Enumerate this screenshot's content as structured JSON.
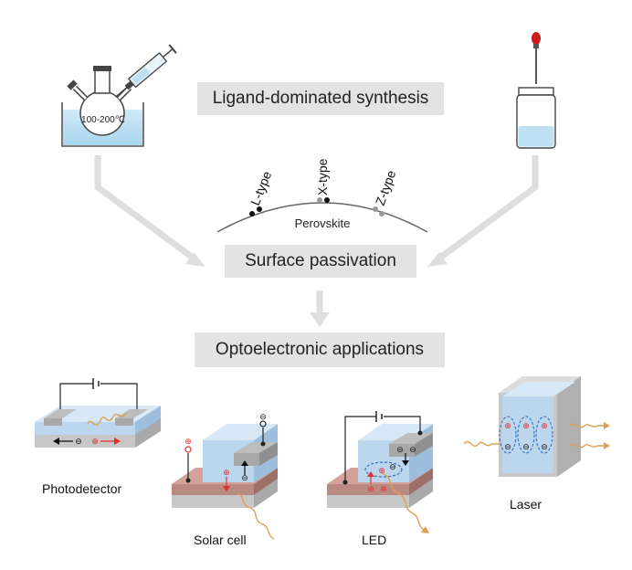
{
  "headings": {
    "synthesis": "Ligand-dominated synthesis",
    "passivation": "Surface passivation",
    "applications": "Optoelectronic applications"
  },
  "flask": {
    "temperature": "100-200℃"
  },
  "surface": {
    "material": "Perovskite",
    "ligands": [
      {
        "label": "L-type"
      },
      {
        "label": "X-type"
      },
      {
        "label": "Z-type"
      }
    ]
  },
  "devices": [
    {
      "label": "Photodetector"
    },
    {
      "label": "Solar cell"
    },
    {
      "label": "LED"
    },
    {
      "label": "Laser"
    }
  ],
  "charges": {
    "electron": "⊖",
    "hole": "⊕",
    "exciton": "⊕⊖"
  },
  "colors": {
    "perovskite": "#bcd6ee",
    "perovskite_top": "#d7e8f6",
    "substrate": "#c7c7c7",
    "electrode": "#b0b0b0",
    "hole_layer": "#b98a82",
    "light": "#e0a050",
    "arrow": "#dedede",
    "hole_color": "#e03030"
  }
}
